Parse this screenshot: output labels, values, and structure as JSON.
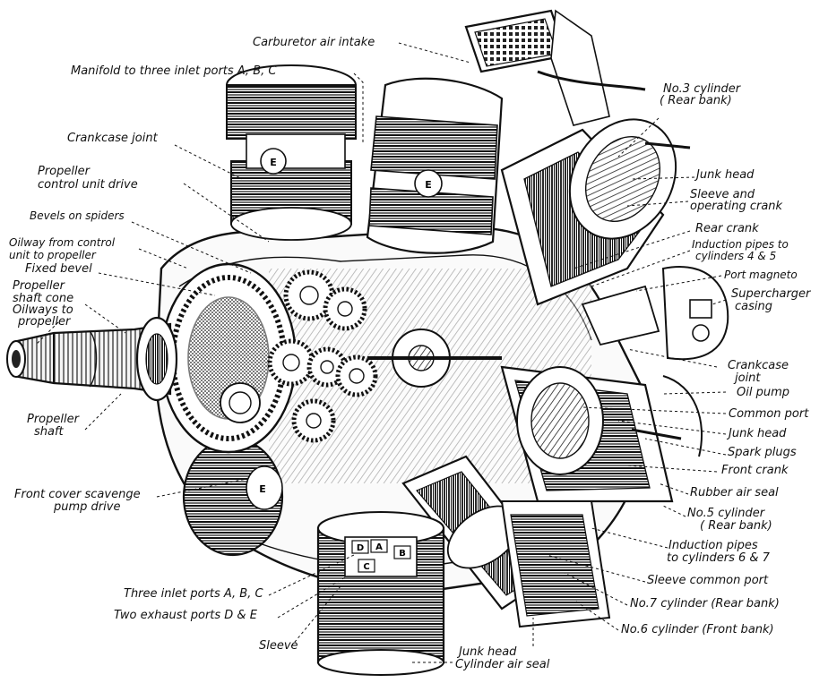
{
  "labels": {
    "carburetor_air_intake": "Carburetor air intake",
    "manifold": "Manifold to three inlet ports A, B, C",
    "crankcase_joint_top": "Crankcase joint",
    "propeller_control_unit_drive_1": "Propeller",
    "propeller_control_unit_drive_2": "control unit drive",
    "bevels_on_spiders": "Bevels on spiders",
    "oilway_1": "Oilway from control",
    "oilway_2": "unit to propeller",
    "fixed_bevel": "Fixed bevel",
    "propeller_shaft_cone_1": "Propeller",
    "propeller_shaft_cone_2": "shaft cone",
    "oilways_1": "Oilways to",
    "oilways_2": "propeller",
    "propeller_shaft_1": "Propeller",
    "propeller_shaft_2": "shaft",
    "front_cover_1": "Front cover scavenge",
    "front_cover_2": "pump drive",
    "three_inlet_ports": "Three inlet ports A, B, C",
    "two_exhaust_ports": "Two exhaust ports  D & E",
    "sleeve": "Sleeve",
    "no3_cylinder_1": "No.3 cylinder",
    "no3_cylinder_2": "( Rear bank)",
    "junk_head_top": "Junk head",
    "sleeve_operating_1": "Sleeve and",
    "sleeve_operating_2": "operating crank",
    "rear_crank": "Rear crank",
    "induction_45_1": "Induction pipes to",
    "induction_45_2": "cylinders 4 & 5",
    "port_magneto": "Port magneto",
    "supercharger_1": "Supercharger",
    "supercharger_2": "casing",
    "crankcase_joint_right_1": "Crankcase",
    "crankcase_joint_right_2": "joint",
    "oil_pump": "Oil pump",
    "common_port": "Common port",
    "junk_head_mid": "Junk head",
    "spark_plugs": "Spark plugs",
    "front_crank": "Front crank",
    "rubber_air_seal": "Rubber air seal",
    "no5_cylinder_1": "No.5 cylinder",
    "no5_cylinder_2": "( Rear bank)",
    "induction_67_1": "Induction pipes",
    "induction_67_2": "to cylinders 6 & 7",
    "sleeve_common_port": "Sleeve common port",
    "no7_cylinder": "No.7 cylinder (Rear bank)",
    "no6_cylinder": "No.6 cylinder (Front bank)",
    "junk_head_bottom": "Junk head",
    "cylinder_air_seal": "Cylinder air seal"
  },
  "part_letters": {
    "e": "E",
    "a": "A",
    "b": "B",
    "c": "C",
    "d": "D"
  }
}
